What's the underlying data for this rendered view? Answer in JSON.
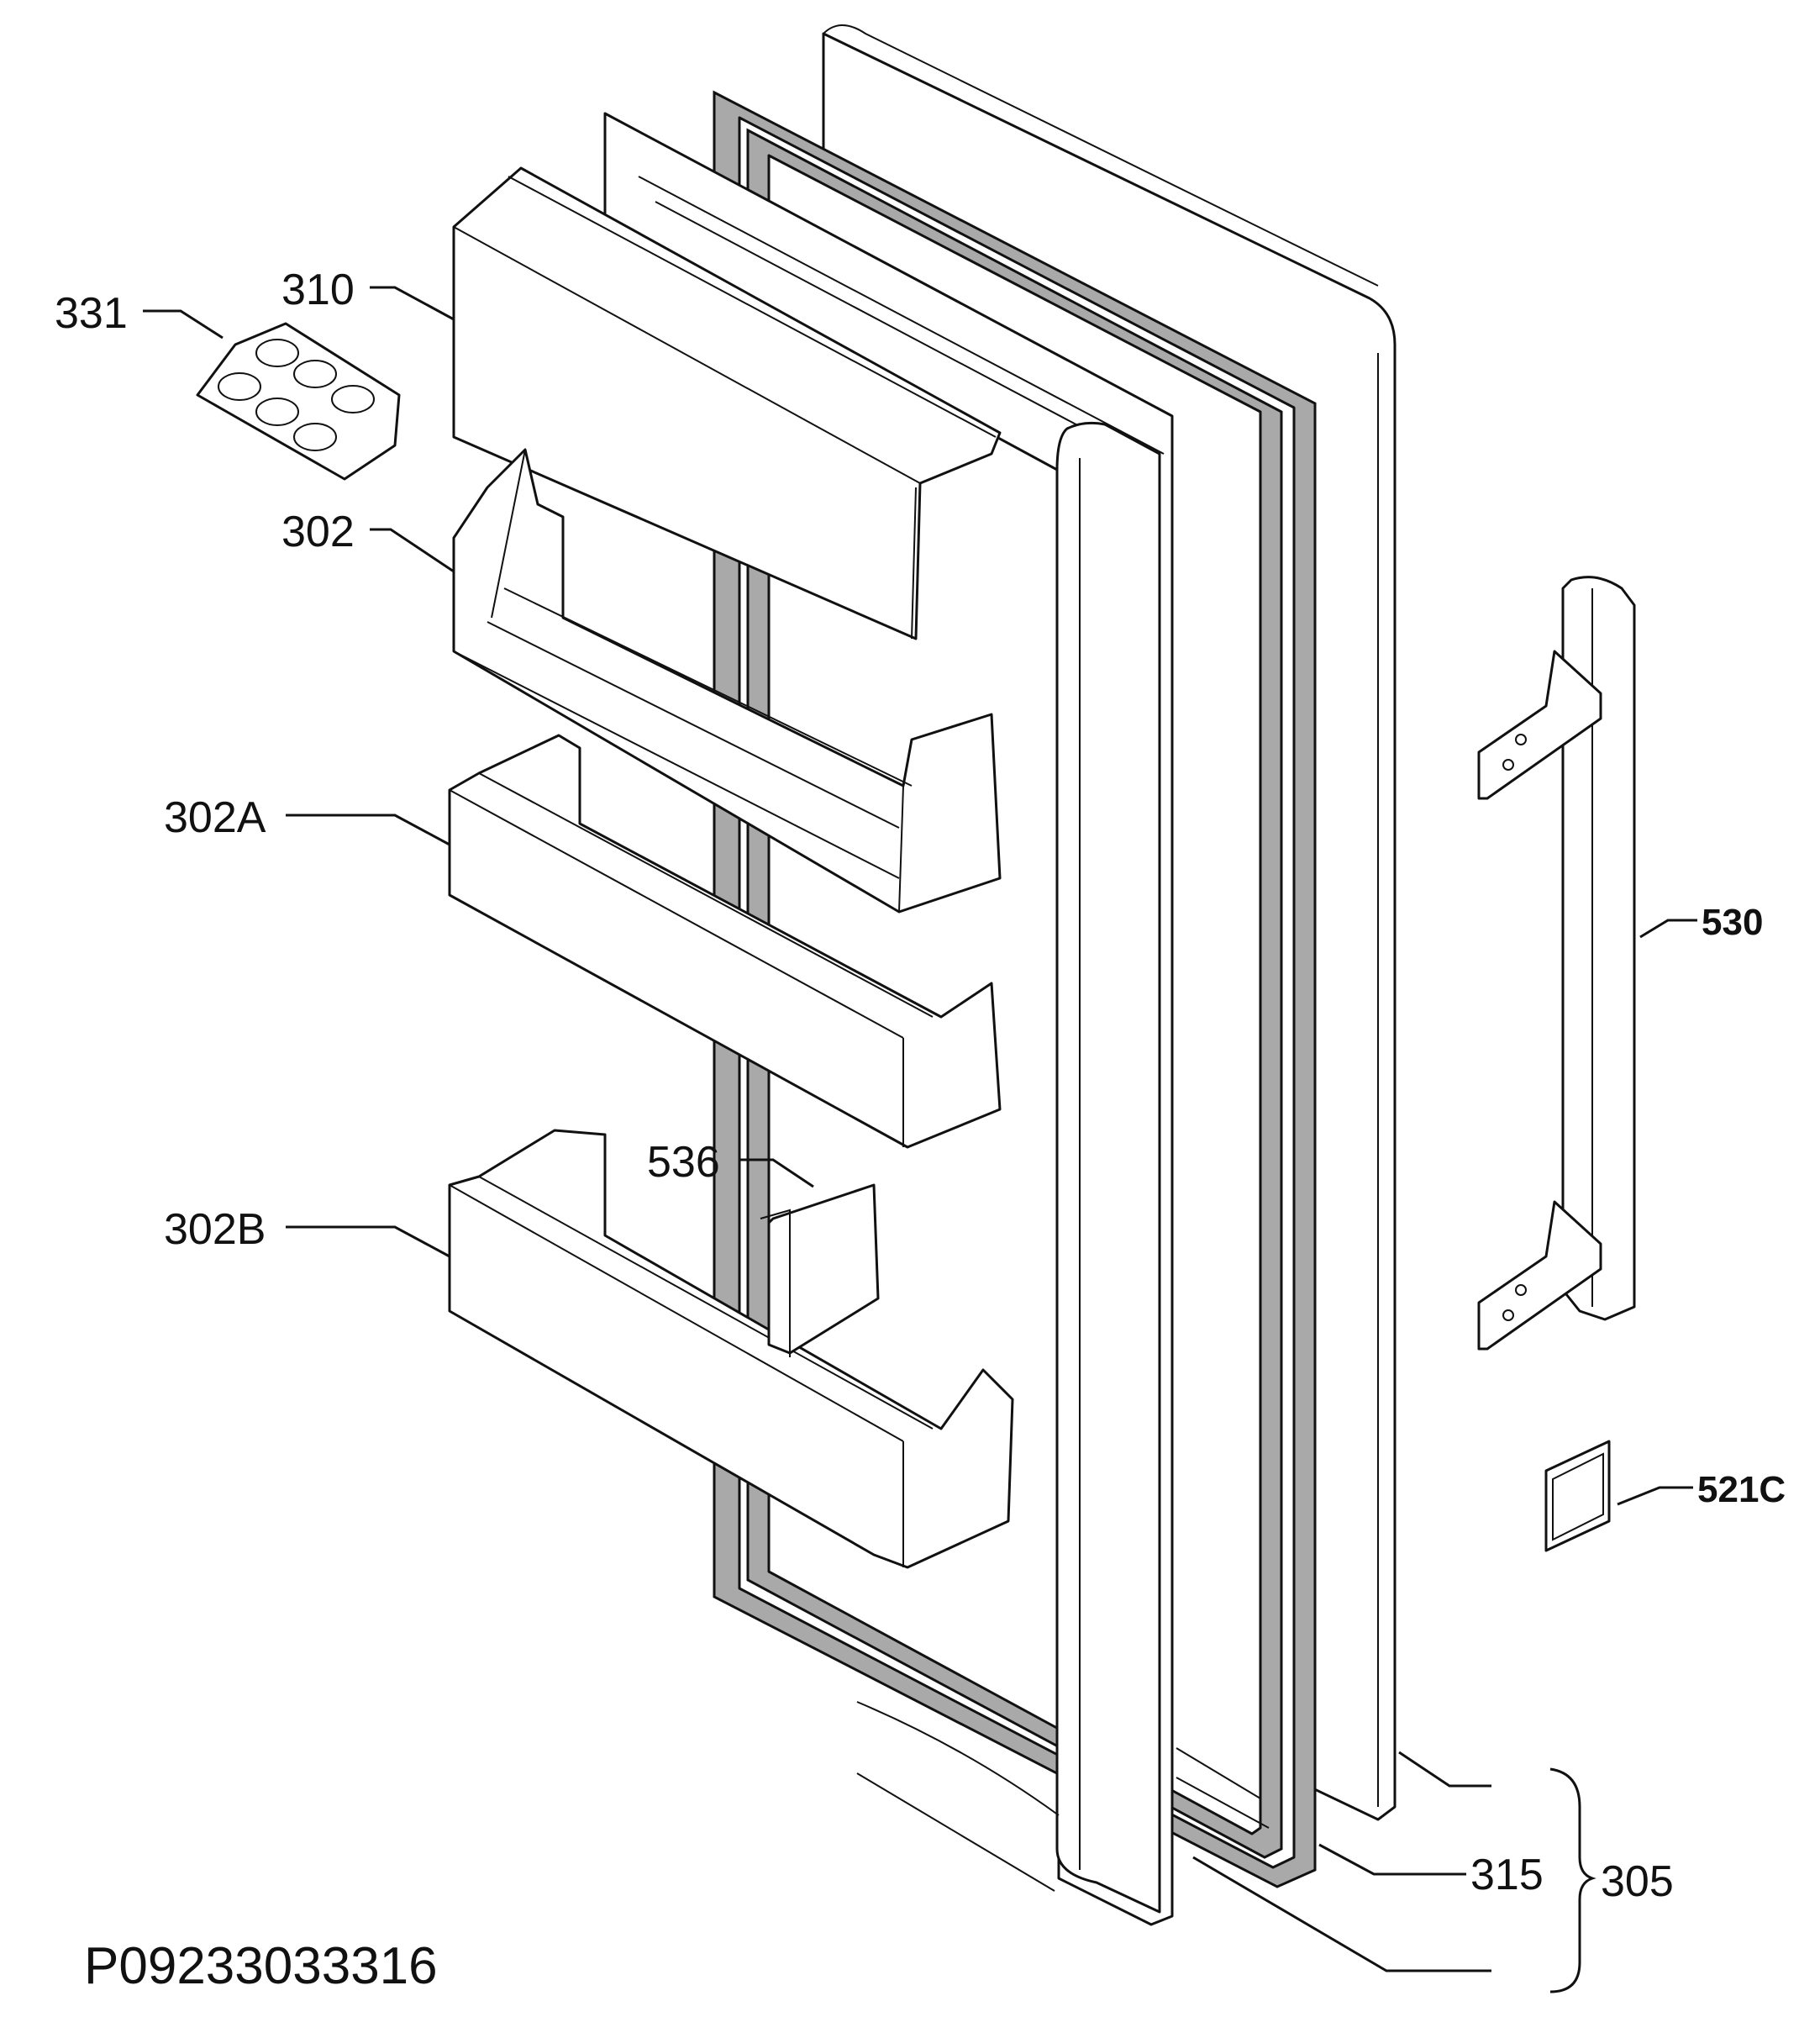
{
  "labels": {
    "l331": "331",
    "l310": "310",
    "l302": "302",
    "l302a": "302A",
    "l302b": "302B",
    "l536": "536",
    "l530": "530",
    "l521c": "521C",
    "l315": "315",
    "l305": "305"
  },
  "drawing_code": "P09233033316",
  "colors": {
    "line": "#111111",
    "gasket": "#a9a9a9",
    "background": "#ffffff"
  }
}
